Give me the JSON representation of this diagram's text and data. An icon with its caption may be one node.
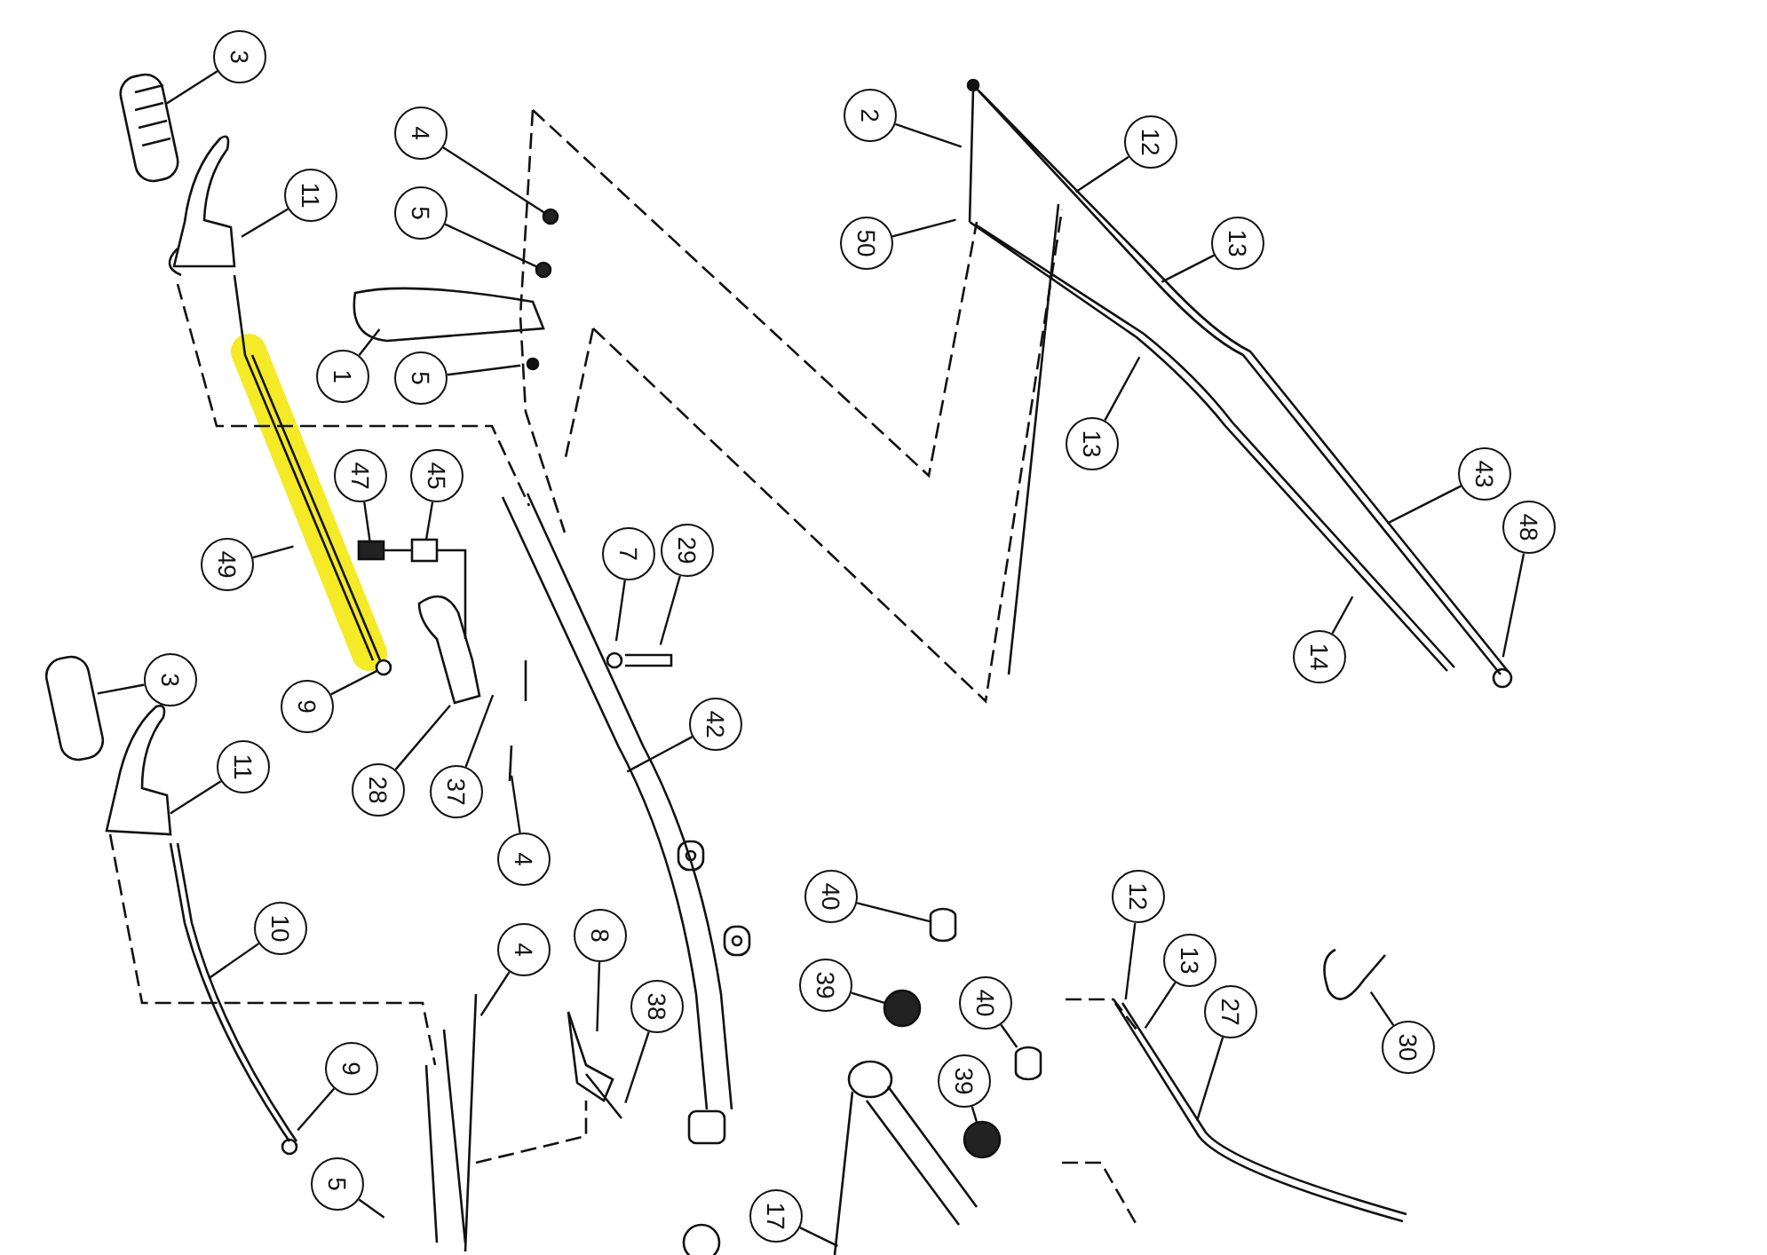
{
  "diagram": {
    "nodes": [
      {
        "text": [
          "3"
        ]
      },
      {
        "text": [
          "11"
        ]
      },
      {
        "text": [
          "4"
        ]
      },
      {
        "text": [
          "5"
        ]
      },
      {
        "text": [
          "1"
        ]
      },
      {
        "text": [
          "5"
        ]
      },
      {
        "text": [
          "2"
        ]
      },
      {
        "text": [
          "50"
        ]
      },
      {
        "text": [
          "12"
        ]
      },
      {
        "text": [
          "13"
        ]
      },
      {
        "text": [
          "13"
        ]
      },
      {
        "text": [
          "43"
        ]
      },
      {
        "text": [
          "48"
        ]
      },
      {
        "text": [
          "14"
        ]
      },
      {
        "text": [
          "47"
        ]
      },
      {
        "text": [
          "45"
        ]
      },
      {
        "text": [
          "49"
        ]
      },
      {
        "text": [
          "7"
        ]
      },
      {
        "text": [
          "29"
        ]
      },
      {
        "text": [
          "3"
        ]
      },
      {
        "text": [
          "9"
        ]
      },
      {
        "text": [
          "28"
        ]
      },
      {
        "text": [
          "37"
        ]
      },
      {
        "text": [
          "42"
        ]
      },
      {
        "text": [
          "4"
        ]
      },
      {
        "text": [
          "11"
        ]
      },
      {
        "text": [
          "10"
        ]
      },
      {
        "text": [
          "4"
        ]
      },
      {
        "text": [
          "9"
        ]
      },
      {
        "text": [
          "8"
        ]
      },
      {
        "text": [
          "38"
        ]
      },
      {
        "text": [
          "40"
        ]
      },
      {
        "text": [
          "39"
        ]
      },
      {
        "text": [
          "40"
        ]
      },
      {
        "text": [
          "39"
        ]
      },
      {
        "text": [
          "17"
        ]
      },
      {
        "text": [
          "5"
        ]
      },
      {
        "text": [
          "12"
        ]
      },
      {
        "text": [
          "13"
        ]
      },
      {
        "text": [
          "27"
        ]
      },
      {
        "text": [
          "30"
        ]
      },
      {
        "text": [],
        "shape": "circle"
      },
      {
        "text": [],
        "shape": "circle"
      },
      {
        "text": [],
        "shape": "box"
      },
      {
        "text": [],
        "shape": "box"
      },
      {
        "text": [],
        "shape": "circle"
      },
      {
        "text": [],
        "shape": "cylinder"
      },
      {
        "text": [],
        "shape": "circle"
      },
      {
        "text": [],
        "shape": "cylinder"
      },
      {
        "text": [],
        "shape": "circle"
      }
    ],
    "edges": [
      {
        "from": 0,
        "to": null,
        "arrow": "none"
      },
      {
        "from": 1,
        "to": null,
        "arrow": "none"
      },
      {
        "from": 2,
        "to": 41,
        "arrow": "none"
      },
      {
        "from": 3,
        "to": 42,
        "arrow": "none"
      },
      {
        "from": 4,
        "to": null,
        "arrow": "none"
      },
      {
        "from": 5,
        "to": null,
        "arrow": "none"
      },
      {
        "from": 6,
        "to": null,
        "arrow": "none"
      },
      {
        "from": 7,
        "to": null,
        "arrow": "none"
      },
      {
        "from": 8,
        "to": null,
        "arrow": "none"
      },
      {
        "from": 9,
        "to": null,
        "arrow": "none"
      },
      {
        "from": 10,
        "to": null,
        "arrow": "none"
      },
      {
        "from": 11,
        "to": null,
        "arrow": "none"
      },
      {
        "from": 12,
        "to": null,
        "arrow": "none"
      },
      {
        "from": 13,
        "to": null,
        "arrow": "none"
      },
      {
        "from": 14,
        "to": 43,
        "arrow": "none"
      },
      {
        "from": 15,
        "to": 44,
        "arrow": "none"
      },
      {
        "from": 16,
        "to": null,
        "arrow": "none"
      },
      {
        "from": 17,
        "to": null,
        "arrow": "none"
      },
      {
        "from": 18,
        "to": null,
        "arrow": "none"
      },
      {
        "from": 19,
        "to": null,
        "arrow": "none"
      },
      {
        "from": 20,
        "to": 45,
        "arrow": "none"
      },
      {
        "from": 21,
        "to": null,
        "arrow": "none"
      },
      {
        "from": 22,
        "to": null,
        "arrow": "none"
      },
      {
        "from": 23,
        "to": null,
        "arrow": "none"
      },
      {
        "from": 24,
        "to": null,
        "arrow": "none"
      },
      {
        "from": 25,
        "to": null,
        "arrow": "none"
      },
      {
        "from": 26,
        "to": null,
        "arrow": "none"
      },
      {
        "from": 27,
        "to": null,
        "arrow": "none"
      },
      {
        "from": 28,
        "to": null,
        "arrow": "none"
      },
      {
        "from": 29,
        "to": null,
        "arrow": "none"
      },
      {
        "from": 30,
        "to": null,
        "arrow": "none"
      },
      {
        "from": 31,
        "to": 46,
        "arrow": "none"
      },
      {
        "from": 32,
        "to": 47,
        "arrow": "none"
      },
      {
        "from": 33,
        "to": 48,
        "arrow": "none"
      },
      {
        "from": 34,
        "to": 49,
        "arrow": "none"
      },
      {
        "from": 35,
        "to": null,
        "arrow": "none"
      },
      {
        "from": 36,
        "to": null,
        "arrow": "none"
      },
      {
        "from": 37,
        "to": null,
        "arrow": "none"
      },
      {
        "from": 38,
        "to": null,
        "arrow": "none"
      },
      {
        "from": 39,
        "to": null,
        "arrow": "none"
      },
      {
        "from": 40,
        "to": null,
        "arrow": "none"
      }
    ]
  }
}
